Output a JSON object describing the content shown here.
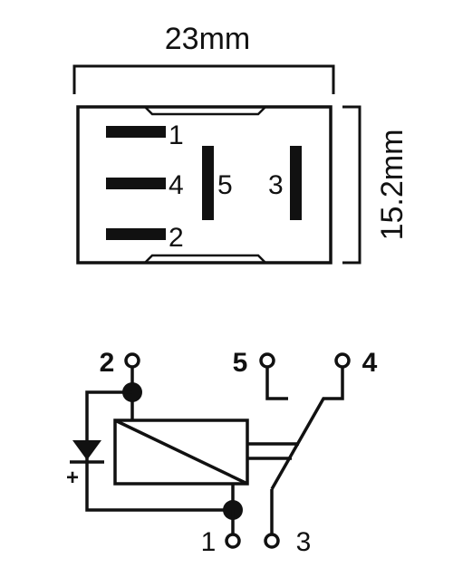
{
  "dimensions": {
    "width_label": "23mm",
    "height_label": "15.2mm"
  },
  "footprint": {
    "pins": [
      "1",
      "4",
      "5",
      "3",
      "2"
    ]
  },
  "schematic": {
    "terminals": [
      "2",
      "5",
      "4",
      "1",
      "3"
    ],
    "diode_polarity": "+"
  },
  "colors": {
    "line": "#111111",
    "background": "#ffffff"
  }
}
